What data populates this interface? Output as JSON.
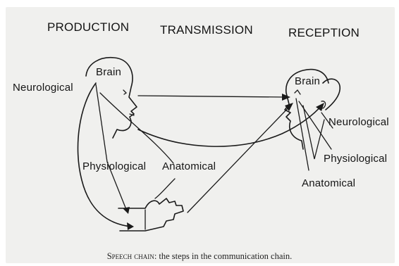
{
  "headers": {
    "production": "PRODUCTION",
    "transmission": "TRANSMISSION",
    "reception": "RECEPTION"
  },
  "speaker": {
    "brain": "Brain",
    "neurological": "Neurological",
    "physiological": "Physiological",
    "anatomical": "Anatomical"
  },
  "listener": {
    "brain": "Brain",
    "neurological": "Neurological",
    "physiological": "Physiological",
    "anatomical": "Anatomical"
  },
  "caption": {
    "title": "Speech chain",
    "text": ": the steps in the communication chain."
  }
}
